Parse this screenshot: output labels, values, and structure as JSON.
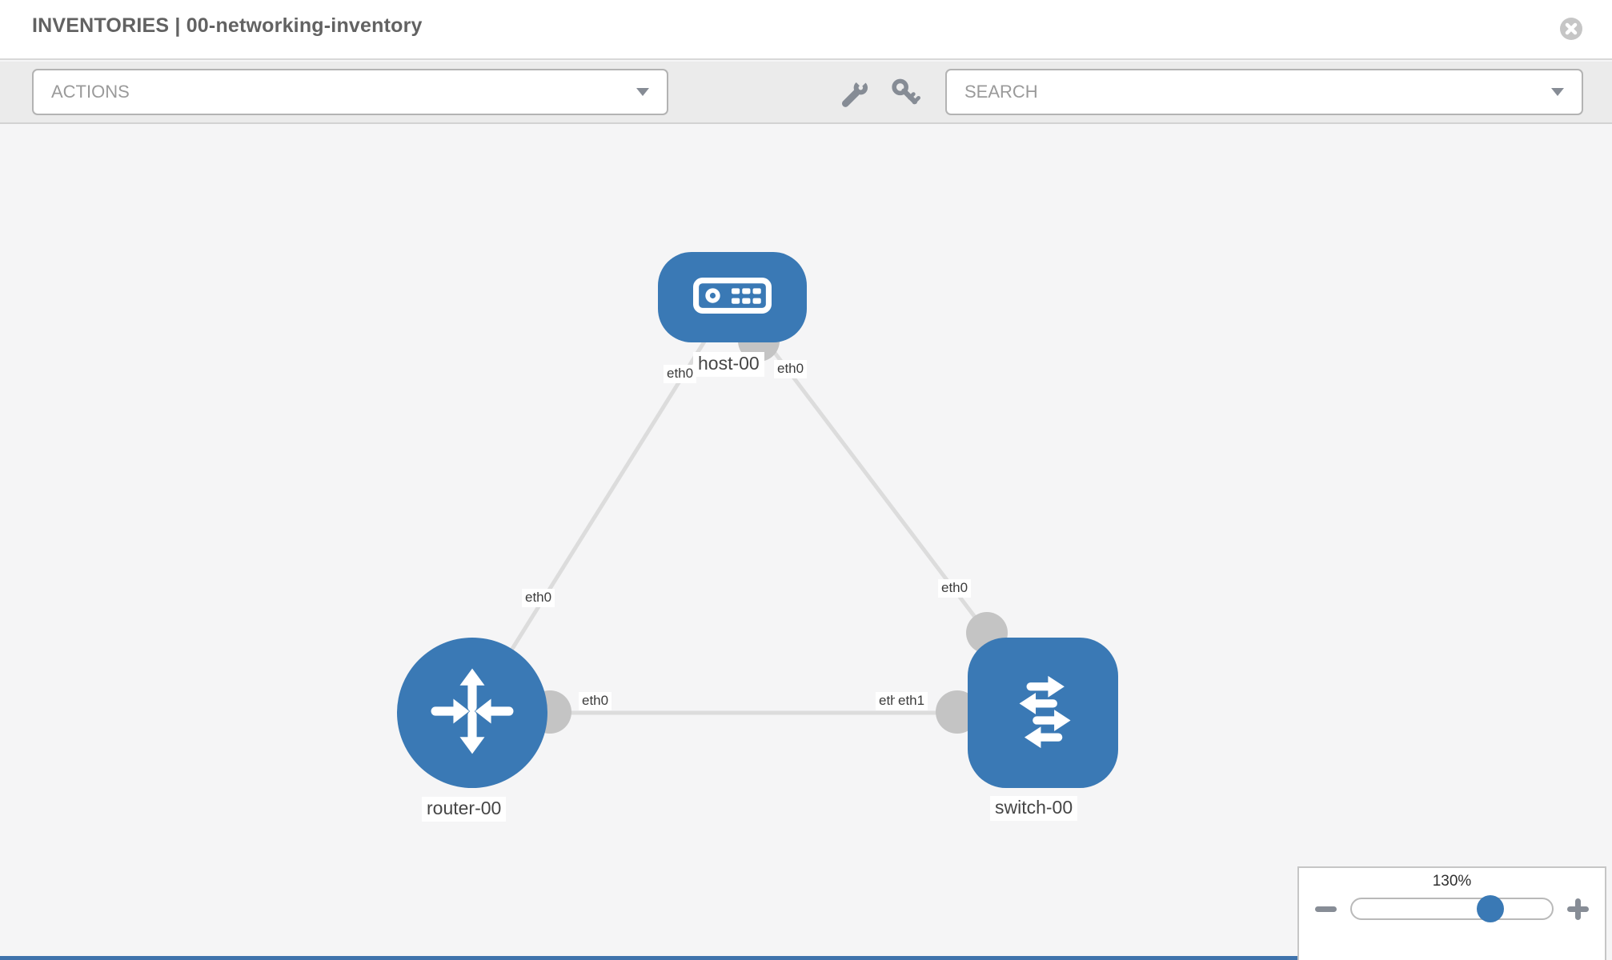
{
  "header": {
    "title": "INVENTORIES | 00-networking-inventory",
    "close_icon": "close-icon"
  },
  "toolbar": {
    "actions_label": "ACTIONS",
    "search_placeholder": "SEARCH",
    "icons": [
      "wrench-icon",
      "key-icon"
    ]
  },
  "diagram": {
    "nodes": [
      {
        "id": "host-00",
        "label": "host-00",
        "type": "host"
      },
      {
        "id": "router-00",
        "label": "router-00",
        "type": "router"
      },
      {
        "id": "switch-00",
        "label": "switch-00",
        "type": "switch"
      }
    ],
    "links": [
      {
        "from": "host-00",
        "to": "router-00",
        "from_label": "eth0",
        "to_label": "eth0"
      },
      {
        "from": "host-00",
        "to": "switch-00",
        "from_label": "eth0",
        "to_label": "eth0"
      },
      {
        "from": "router-00",
        "to": "switch-00",
        "from_label": "eth0",
        "to_label": "eth1",
        "hidden_label": "eth0"
      }
    ]
  },
  "zoom_panel": {
    "level": "130%",
    "minus_icon": "minus-icon",
    "plus_icon": "plus-icon"
  },
  "colors": {
    "node_blue": "#3a79b5",
    "link_gray": "#dcdcdc",
    "port_gray": "#c4c4c4",
    "canvas_bg": "#f5f5f6",
    "toolbar_bg": "#ebebeb"
  }
}
